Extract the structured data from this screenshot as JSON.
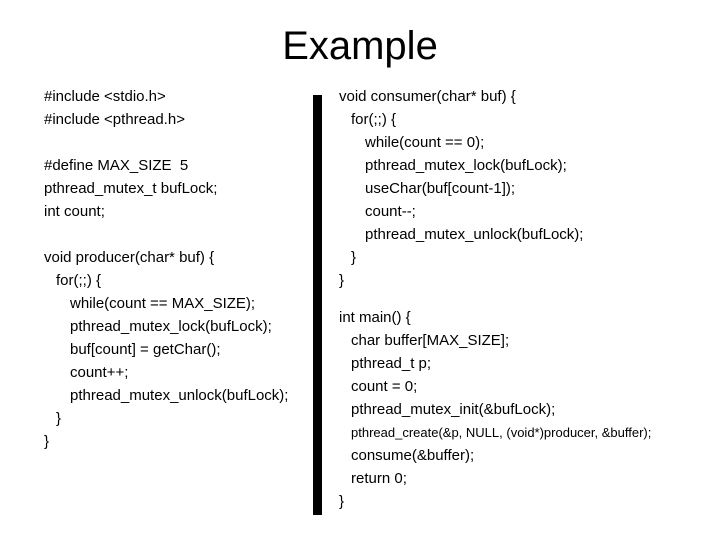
{
  "slide": {
    "title": "Example",
    "background_color": "#ffffff",
    "text_color": "#000000",
    "divider_color": "#000000"
  },
  "left": {
    "lines": [
      {
        "text": "#include <stdio.h>",
        "indent": 0
      },
      {
        "text": "#include <pthread.h>",
        "indent": 0
      },
      {
        "text": "",
        "indent": 0
      },
      {
        "text": "#define MAX_SIZE  5",
        "indent": 0
      },
      {
        "text": "pthread_mutex_t bufLock;",
        "indent": 0
      },
      {
        "text": "int count;",
        "indent": 0
      },
      {
        "text": "",
        "indent": 0
      },
      {
        "text": "void producer(char* buf) {",
        "indent": 0
      },
      {
        "text": "for(;;) {",
        "indent": 1
      },
      {
        "text": "while(count == MAX_SIZE);",
        "indent": 2
      },
      {
        "text": "pthread_mutex_lock(bufLock);",
        "indent": 2
      },
      {
        "text": "buf[count] = getChar();",
        "indent": 2
      },
      {
        "text": "count++;",
        "indent": 2
      },
      {
        "text": "pthread_mutex_unlock(bufLock);",
        "indent": 2
      },
      {
        "text": "}",
        "indent": 1
      },
      {
        "text": "}",
        "indent": 0
      }
    ]
  },
  "right1": {
    "lines": [
      {
        "text": "void consumer(char* buf) {",
        "indent": 0
      },
      {
        "text": "for(;;) {",
        "indent": 1
      },
      {
        "text": "while(count == 0);",
        "indent": 2
      },
      {
        "text": "pthread_mutex_lock(bufLock);",
        "indent": 2
      },
      {
        "text": "useChar(buf[count-1]);",
        "indent": 2
      },
      {
        "text": "count--;",
        "indent": 2
      },
      {
        "text": "pthread_mutex_unlock(bufLock);",
        "indent": 2
      },
      {
        "text": "}",
        "indent": 1
      },
      {
        "text": "}",
        "indent": 0
      }
    ]
  },
  "right2": {
    "lines": [
      {
        "text": "int main() {",
        "indent": 0
      },
      {
        "text": "char buffer[MAX_SIZE];",
        "indent": 1
      },
      {
        "text": "pthread_t p;",
        "indent": 1
      },
      {
        "text": "count = 0;",
        "indent": 1
      },
      {
        "text": "pthread_mutex_init(&bufLock);",
        "indent": 1
      },
      {
        "text": "pthread_create(&p, NULL, (void*)producer, &buffer);",
        "indent": 1
      },
      {
        "text": "consume(&buffer);",
        "indent": 1
      },
      {
        "text": "return 0;",
        "indent": 1
      },
      {
        "text": "}",
        "indent": 0
      }
    ]
  }
}
